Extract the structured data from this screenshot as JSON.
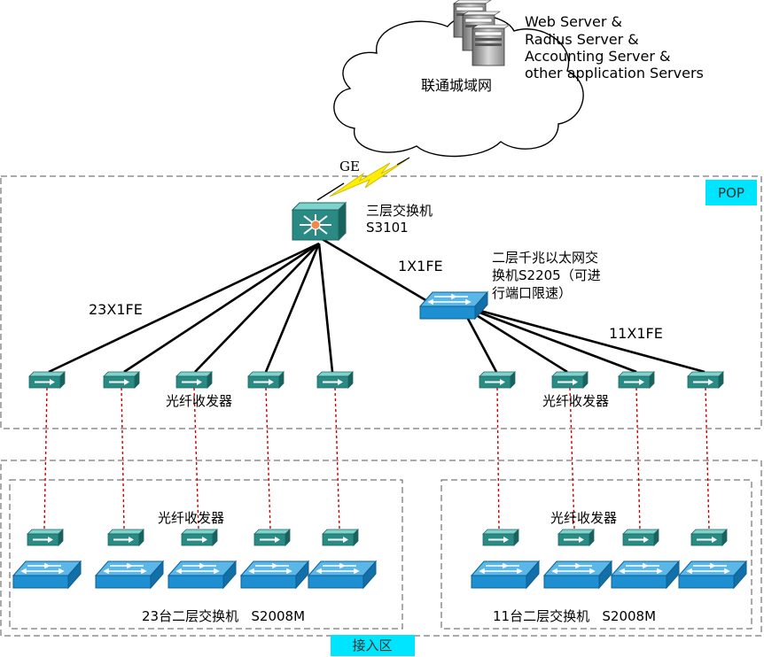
{
  "cloud": {
    "label": "联通城域网",
    "servers_label": [
      "Web Server &",
      "Radius Server &",
      "Accounting Server &",
      "other application Servers"
    ]
  },
  "uplink": {
    "label": "GE"
  },
  "zones": {
    "pop": "POP",
    "access": "接入区"
  },
  "core_switch": {
    "line1": "三层交换机",
    "line2": "S3101"
  },
  "agg_switch": {
    "line1": "二层千兆以太网交",
    "line2": "换机S2205（可进",
    "line3": "行端口限速）"
  },
  "links": {
    "core_to_agg": "1X1FE",
    "core_to_left": "23X1FE",
    "agg_to_right": "11X1FE"
  },
  "transceiver_label": "光纤收发器",
  "groups": {
    "left": {
      "caption": "23台二层交换机   S2008M"
    },
    "right": {
      "caption": "11台二层交换机   S2008M"
    }
  },
  "colors": {
    "tag_bg": "#00e5ff",
    "device_blue": "#1e8fd0",
    "device_teal": "#2a8a84",
    "fiber_red": "#cc0000",
    "bolt": "#ffee00"
  }
}
